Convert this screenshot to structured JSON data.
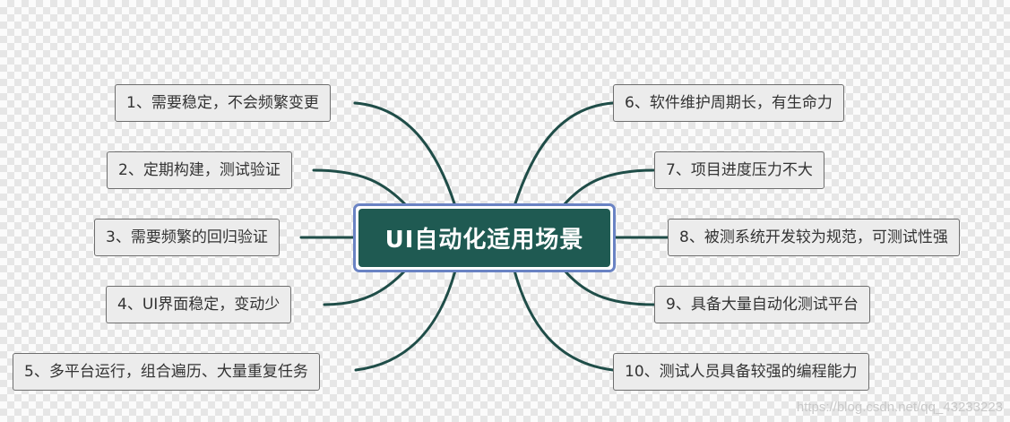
{
  "center": {
    "label": "UI自动化适用场景"
  },
  "branches_left": [
    {
      "label": "1、需要稳定，不会频繁变更"
    },
    {
      "label": "2、定期构建，测试验证"
    },
    {
      "label": "3、需要频繁的回归验证"
    },
    {
      "label": "4、UI界面稳定，变动少"
    },
    {
      "label": "5、多平台运行，组合遍历、大量重复任务"
    }
  ],
  "branches_right": [
    {
      "label": "6、软件维护周期长，有生命力"
    },
    {
      "label": "7、项目进度压力不大"
    },
    {
      "label": "8、被测系统开发较为规范，可测试性强"
    },
    {
      "label": "9、具备大量自动化测试平台"
    },
    {
      "label": "10、测试人员具备较强的编程能力"
    }
  ],
  "watermark": "https://blog.csdn.net/qq_43233223",
  "colors": {
    "connector": "#1f4d48",
    "center_fill": "#1f5a52",
    "center_border": "#6a83c4",
    "node_fill": "#ececec"
  }
}
